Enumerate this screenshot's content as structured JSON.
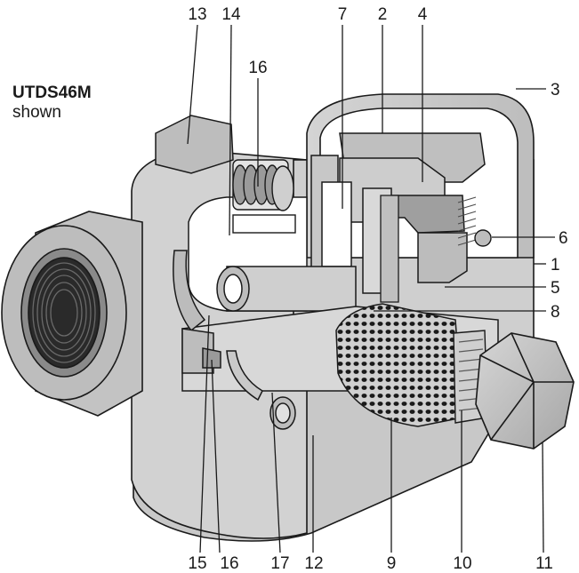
{
  "caption": {
    "model": "UTDS46M",
    "note": "shown"
  },
  "callouts": {
    "c1": "1",
    "c2": "2",
    "c3": "3",
    "c4": "4",
    "c5": "5",
    "c6": "6",
    "c7": "7",
    "c8": "8",
    "c9": "9",
    "c10": "10",
    "c11": "11",
    "c12": "12",
    "c13": "13",
    "c14": "14",
    "c15": "15",
    "c16_top": "16",
    "c16_bottom": "16",
    "c17": "17"
  },
  "colors": {
    "body_light": "#d9d9d9",
    "body_mid": "#b9b9b9",
    "body_dark": "#8c8c8c",
    "cavity": "#ffffff",
    "outline": "#1a1a1a"
  }
}
